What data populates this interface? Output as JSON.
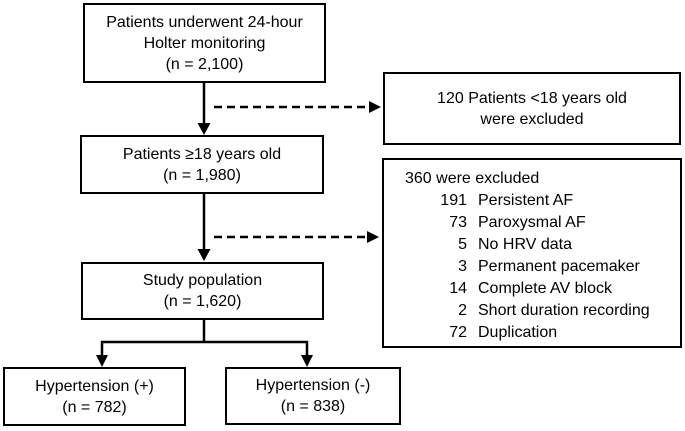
{
  "flowchart": {
    "holter": {
      "lines": [
        "Patients underwent 24-hour",
        "Holter monitoring",
        "(n = 2,100)"
      ]
    },
    "adults": {
      "lines": [
        "Patients ≥18 years old",
        "(n = 1,980)"
      ]
    },
    "study": {
      "lines": [
        "Study population",
        "(n = 1,620)"
      ]
    },
    "htn_pos": {
      "lines": [
        "Hypertension (+)",
        "(n = 782)"
      ]
    },
    "htn_neg": {
      "lines": [
        "Hypertension (-)",
        "(n = 838)"
      ]
    },
    "excluded_age": {
      "lines": [
        "120 Patients <18 years old",
        "were excluded"
      ]
    },
    "excluded_other": {
      "title": "360 were excluded",
      "items": [
        {
          "count": "191",
          "label": "Persistent AF"
        },
        {
          "count": "73",
          "label": "Paroxysmal AF"
        },
        {
          "count": "5",
          "label": "No HRV data"
        },
        {
          "count": "3",
          "label": "Permanent pacemaker"
        },
        {
          "count": "14",
          "label": "Complete AV block"
        },
        {
          "count": "2",
          "label": "Short duration recording"
        },
        {
          "count": "72",
          "label": "Duplication"
        }
      ]
    },
    "colors": {
      "line": "#000000",
      "box_border": "#000000",
      "background": "#ffffff",
      "text": "#000000"
    }
  }
}
